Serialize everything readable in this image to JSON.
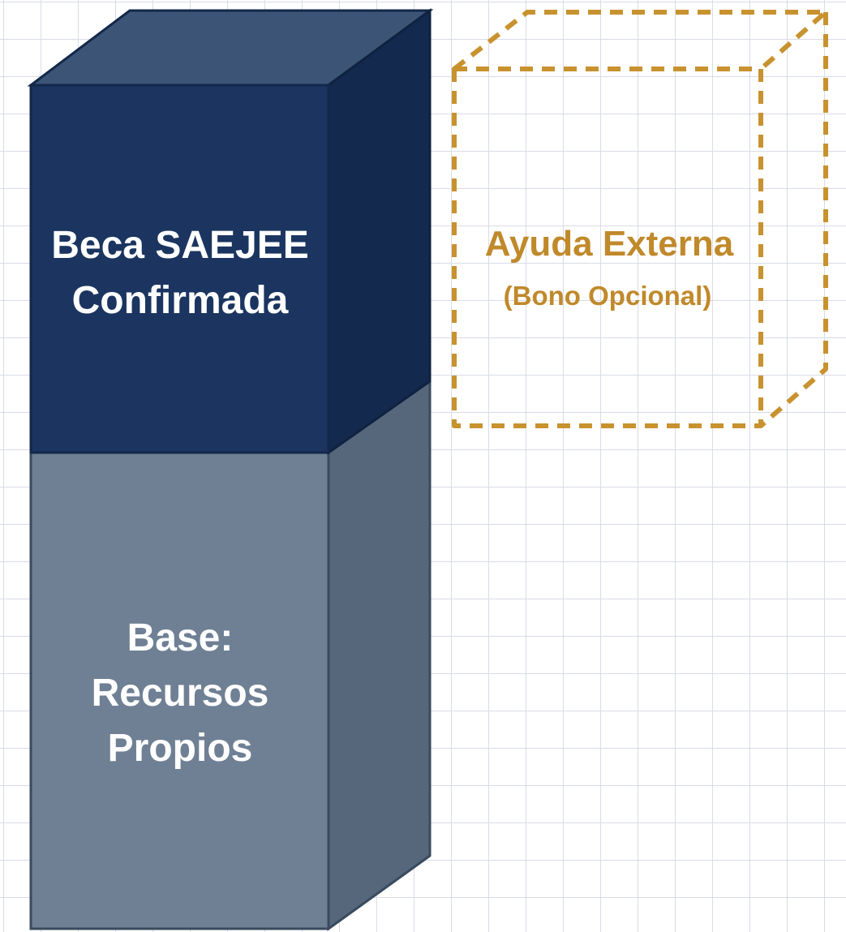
{
  "blocks": {
    "top": {
      "label_line1": "Beca SAEJEE",
      "label_line2": "Confirmada",
      "front_color": "#1b3560",
      "side_color": "#132a4e",
      "top_color": "#3c5577",
      "text_color": "#ffffff"
    },
    "base": {
      "label_line1": "Base:",
      "label_line2": "Recursos",
      "label_line3": "Propios",
      "front_color": "#6f8094",
      "side_color": "#56677c",
      "text_color": "#ffffff"
    },
    "optional": {
      "label": "Ayuda Externa",
      "sublabel": "(Bono Opcional)",
      "stroke_color": "#c8922f",
      "text_color": "#c0892a"
    }
  }
}
